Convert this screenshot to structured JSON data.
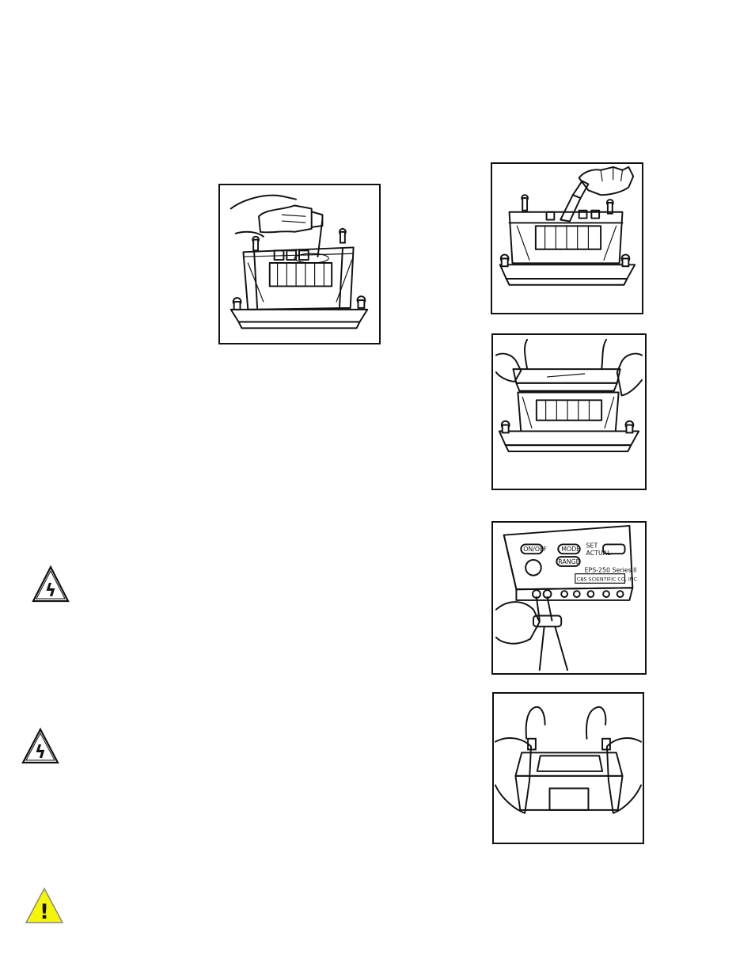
{
  "figures": {
    "fig1": {
      "icon": "pouring-buffer-illustration"
    },
    "fig2": {
      "icon": "pipette-loading-illustration"
    },
    "fig3": {
      "icon": "placing-lid-illustration"
    },
    "fig4": {
      "icon": "power-supply-connection-illustration",
      "panel_text": {
        "btn1": "ON/OFF",
        "btn2": "MODE",
        "btn3": "RANGE",
        "tag1": "SET",
        "tag2": "ACTUAL",
        "model": "EPS-250 Series II",
        "maker": "CBS SCIENTIFIC CO, INC."
      }
    },
    "fig5": {
      "icon": "lid-with-leads-illustration"
    }
  },
  "warnings": {
    "shock1": {
      "icon": "electrical-hazard-icon",
      "symbol": "ϟ"
    },
    "shock2": {
      "icon": "electrical-hazard-icon",
      "symbol": "ϟ"
    },
    "caution": {
      "icon": "caution-icon",
      "color": "#f5f50a",
      "symbol": "!"
    }
  }
}
